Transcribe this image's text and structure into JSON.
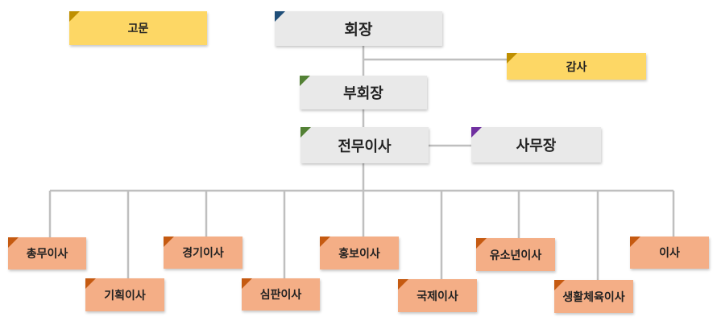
{
  "chart": {
    "chairman": "회장",
    "advisor": "고문",
    "auditor": "감사",
    "vice_chairman": "부회장",
    "managing_director": "전무이사",
    "secretary_general": "사무장",
    "directors": [
      "총무이사",
      "기획이사",
      "경기이사",
      "심판이사",
      "홍보이사",
      "국제이사",
      "유소년이사",
      "생활체육이사",
      "이사"
    ]
  },
  "colors": {
    "gray_box": "#e9e9e9",
    "yellow_box": "#fdd765",
    "orange_box": "#f4ae86",
    "line": "#bfbfbf",
    "accent_chairman": "#1f4e79",
    "accent_yellow": "#bf8f00",
    "accent_green": "#538135",
    "accent_purple": "#7030a0",
    "accent_orange": "#c55a11"
  }
}
